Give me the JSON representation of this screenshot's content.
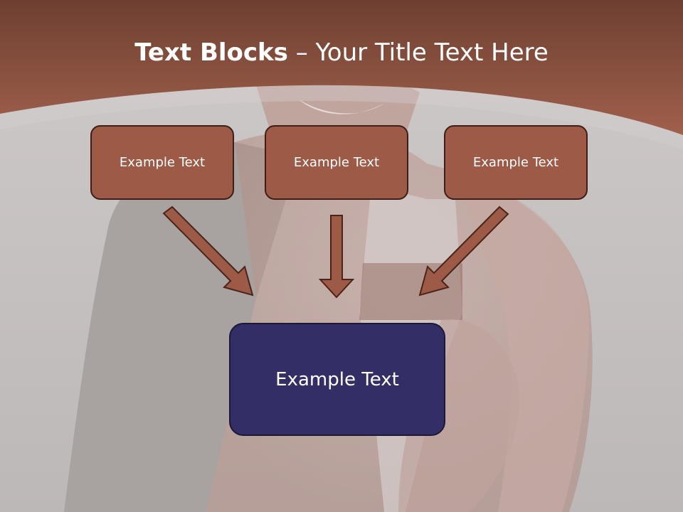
{
  "slide": {
    "title_bold": "Text Blocks",
    "title_separator": " – ",
    "title_rest": "Your Title Text Here"
  },
  "diagram": {
    "top_boxes": [
      {
        "label": "Example Text"
      },
      {
        "label": "Example Text"
      },
      {
        "label": "Example Text"
      }
    ],
    "main_box": {
      "label": "Example Text"
    }
  },
  "colors": {
    "header_band": "#93513f",
    "top_box_fill": "#9c5a47",
    "main_box_fill": "#332f66",
    "arrow_fill": "#9c5a47",
    "background": "#c5c0bf"
  }
}
